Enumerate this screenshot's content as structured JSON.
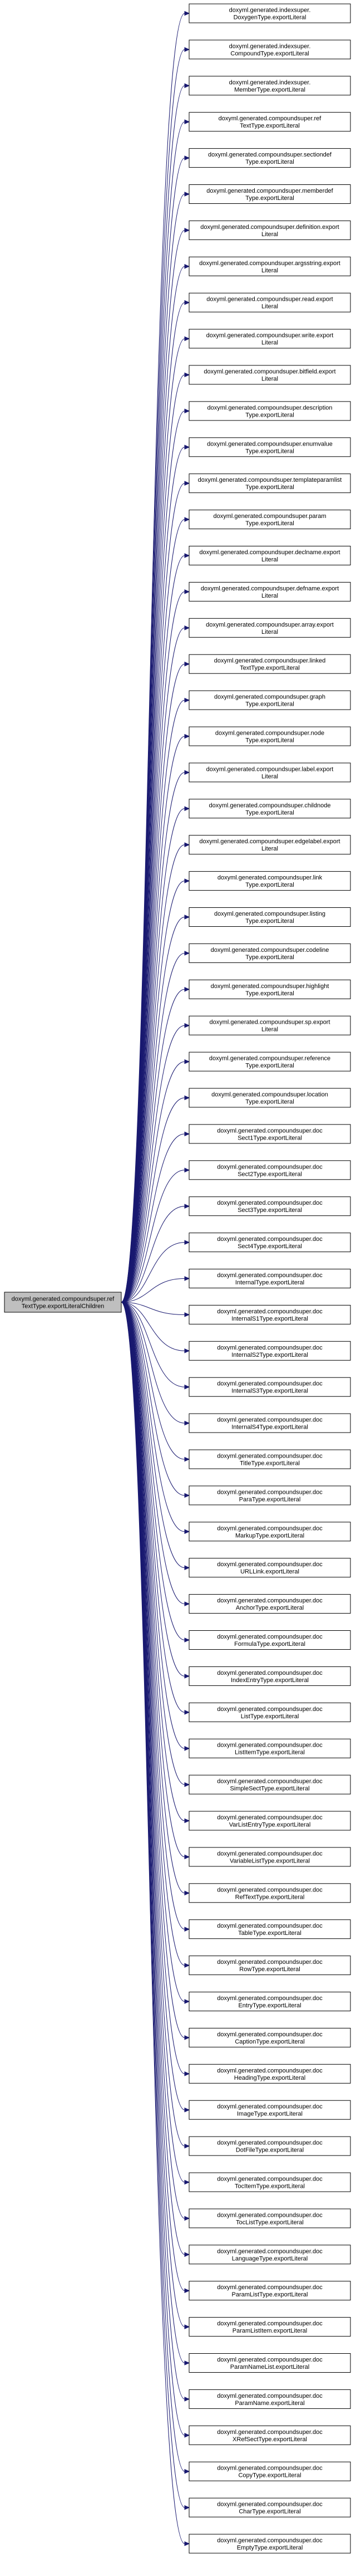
{
  "root": {
    "lines": [
      "doxyml.generated.compoundsuper.ref",
      "TextType.exportLiteralChildren"
    ]
  },
  "nodes": [
    [
      "doxyml.generated.indexsuper.",
      "DoxygenType.exportLiteral"
    ],
    [
      "doxyml.generated.indexsuper.",
      "CompoundType.exportLiteral"
    ],
    [
      "doxyml.generated.indexsuper.",
      "MemberType.exportLiteral"
    ],
    [
      "doxyml.generated.compoundsuper.ref",
      "TextType.exportLiteral"
    ],
    [
      "doxyml.generated.compoundsuper.sectiondef",
      "Type.exportLiteral"
    ],
    [
      "doxyml.generated.compoundsuper.memberdef",
      "Type.exportLiteral"
    ],
    [
      "doxyml.generated.compoundsuper.definition.export",
      "Literal"
    ],
    [
      "doxyml.generated.compoundsuper.argsstring.export",
      "Literal"
    ],
    [
      "doxyml.generated.compoundsuper.read.export",
      "Literal"
    ],
    [
      "doxyml.generated.compoundsuper.write.export",
      "Literal"
    ],
    [
      "doxyml.generated.compoundsuper.bitfield.export",
      "Literal"
    ],
    [
      "doxyml.generated.compoundsuper.description",
      "Type.exportLiteral"
    ],
    [
      "doxyml.generated.compoundsuper.enumvalue",
      "Type.exportLiteral"
    ],
    [
      "doxyml.generated.compoundsuper.templateparamlist",
      "Type.exportLiteral"
    ],
    [
      "doxyml.generated.compoundsuper.param",
      "Type.exportLiteral"
    ],
    [
      "doxyml.generated.compoundsuper.declname.export",
      "Literal"
    ],
    [
      "doxyml.generated.compoundsuper.defname.export",
      "Literal"
    ],
    [
      "doxyml.generated.compoundsuper.array.export",
      "Literal"
    ],
    [
      "doxyml.generated.compoundsuper.linked",
      "TextType.exportLiteral"
    ],
    [
      "doxyml.generated.compoundsuper.graph",
      "Type.exportLiteral"
    ],
    [
      "doxyml.generated.compoundsuper.node",
      "Type.exportLiteral"
    ],
    [
      "doxyml.generated.compoundsuper.label.export",
      "Literal"
    ],
    [
      "doxyml.generated.compoundsuper.childnode",
      "Type.exportLiteral"
    ],
    [
      "doxyml.generated.compoundsuper.edgelabel.export",
      "Literal"
    ],
    [
      "doxyml.generated.compoundsuper.link",
      "Type.exportLiteral"
    ],
    [
      "doxyml.generated.compoundsuper.listing",
      "Type.exportLiteral"
    ],
    [
      "doxyml.generated.compoundsuper.codeline",
      "Type.exportLiteral"
    ],
    [
      "doxyml.generated.compoundsuper.highlight",
      "Type.exportLiteral"
    ],
    [
      "doxyml.generated.compoundsuper.sp.export",
      "Literal"
    ],
    [
      "doxyml.generated.compoundsuper.reference",
      "Type.exportLiteral"
    ],
    [
      "doxyml.generated.compoundsuper.location",
      "Type.exportLiteral"
    ],
    [
      "doxyml.generated.compoundsuper.doc",
      "Sect1Type.exportLiteral"
    ],
    [
      "doxyml.generated.compoundsuper.doc",
      "Sect2Type.exportLiteral"
    ],
    [
      "doxyml.generated.compoundsuper.doc",
      "Sect3Type.exportLiteral"
    ],
    [
      "doxyml.generated.compoundsuper.doc",
      "Sect4Type.exportLiteral"
    ],
    [
      "doxyml.generated.compoundsuper.doc",
      "InternalType.exportLiteral"
    ],
    [
      "doxyml.generated.compoundsuper.doc",
      "InternalS1Type.exportLiteral"
    ],
    [
      "doxyml.generated.compoundsuper.doc",
      "InternalS2Type.exportLiteral"
    ],
    [
      "doxyml.generated.compoundsuper.doc",
      "InternalS3Type.exportLiteral"
    ],
    [
      "doxyml.generated.compoundsuper.doc",
      "InternalS4Type.exportLiteral"
    ],
    [
      "doxyml.generated.compoundsuper.doc",
      "TitleType.exportLiteral"
    ],
    [
      "doxyml.generated.compoundsuper.doc",
      "ParaType.exportLiteral"
    ],
    [
      "doxyml.generated.compoundsuper.doc",
      "MarkupType.exportLiteral"
    ],
    [
      "doxyml.generated.compoundsuper.doc",
      "URLLink.exportLiteral"
    ],
    [
      "doxyml.generated.compoundsuper.doc",
      "AnchorType.exportLiteral"
    ],
    [
      "doxyml.generated.compoundsuper.doc",
      "FormulaType.exportLiteral"
    ],
    [
      "doxyml.generated.compoundsuper.doc",
      "IndexEntryType.exportLiteral"
    ],
    [
      "doxyml.generated.compoundsuper.doc",
      "ListType.exportLiteral"
    ],
    [
      "doxyml.generated.compoundsuper.doc",
      "ListItemType.exportLiteral"
    ],
    [
      "doxyml.generated.compoundsuper.doc",
      "SimpleSectType.exportLiteral"
    ],
    [
      "doxyml.generated.compoundsuper.doc",
      "VarListEntryType.exportLiteral"
    ],
    [
      "doxyml.generated.compoundsuper.doc",
      "VariableListType.exportLiteral"
    ],
    [
      "doxyml.generated.compoundsuper.doc",
      "RefTextType.exportLiteral"
    ],
    [
      "doxyml.generated.compoundsuper.doc",
      "TableType.exportLiteral"
    ],
    [
      "doxyml.generated.compoundsuper.doc",
      "RowType.exportLiteral"
    ],
    [
      "doxyml.generated.compoundsuper.doc",
      "EntryType.exportLiteral"
    ],
    [
      "doxyml.generated.compoundsuper.doc",
      "CaptionType.exportLiteral"
    ],
    [
      "doxyml.generated.compoundsuper.doc",
      "HeadingType.exportLiteral"
    ],
    [
      "doxyml.generated.compoundsuper.doc",
      "ImageType.exportLiteral"
    ],
    [
      "doxyml.generated.compoundsuper.doc",
      "DotFileType.exportLiteral"
    ],
    [
      "doxyml.generated.compoundsuper.doc",
      "TocItemType.exportLiteral"
    ],
    [
      "doxyml.generated.compoundsuper.doc",
      "TocListType.exportLiteral"
    ],
    [
      "doxyml.generated.compoundsuper.doc",
      "LanguageType.exportLiteral"
    ],
    [
      "doxyml.generated.compoundsuper.doc",
      "ParamListType.exportLiteral"
    ],
    [
      "doxyml.generated.compoundsuper.doc",
      "ParamListItem.exportLiteral"
    ],
    [
      "doxyml.generated.compoundsuper.doc",
      "ParamNameList.exportLiteral"
    ],
    [
      "doxyml.generated.compoundsuper.doc",
      "ParamName.exportLiteral"
    ],
    [
      "doxyml.generated.compoundsuper.doc",
      "XRefSectType.exportLiteral"
    ],
    [
      "doxyml.generated.compoundsuper.doc",
      "CopyType.exportLiteral"
    ],
    [
      "doxyml.generated.compoundsuper.doc",
      "CharType.exportLiteral"
    ],
    [
      "doxyml.generated.compoundsuper.doc",
      "EmptyType.exportLiteral"
    ]
  ]
}
